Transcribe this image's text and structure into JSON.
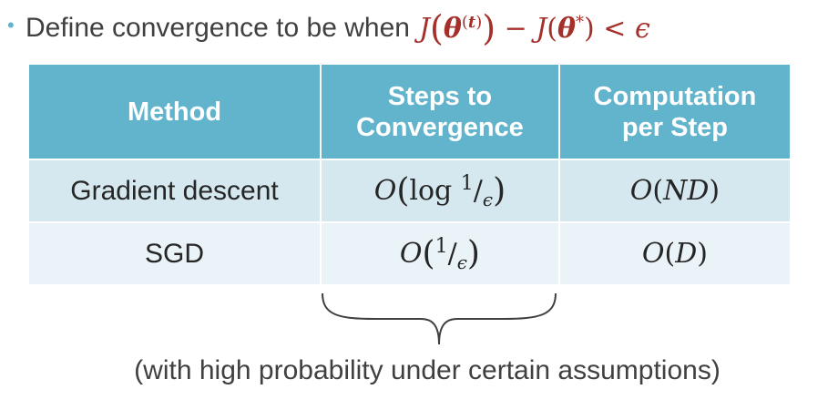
{
  "bullet": {
    "text": "Define convergence to be when"
  },
  "table": {
    "headers": [
      "Method",
      "Steps to Convergence",
      "Computation per Step"
    ],
    "header_lines": {
      "method": [
        "Method"
      ],
      "steps": [
        "Steps to",
        "Convergence"
      ],
      "computation": [
        "Computation",
        "per Step"
      ]
    },
    "rows": [
      {
        "method": "Gradient descent",
        "steps": "O(log 1/ε)",
        "computation": "O(ND)"
      },
      {
        "method": "SGD",
        "steps": "O(1/ε)",
        "computation": "O(D)"
      }
    ]
  },
  "note": "(with high probability under certain assumptions)",
  "colors": {
    "header_bg": "#62b4cd",
    "row_a_bg": "#d5e8ef",
    "row_b_bg": "#eaf3f7",
    "math_accent": "#a5302b",
    "bullet": "#5fb3cc"
  }
}
